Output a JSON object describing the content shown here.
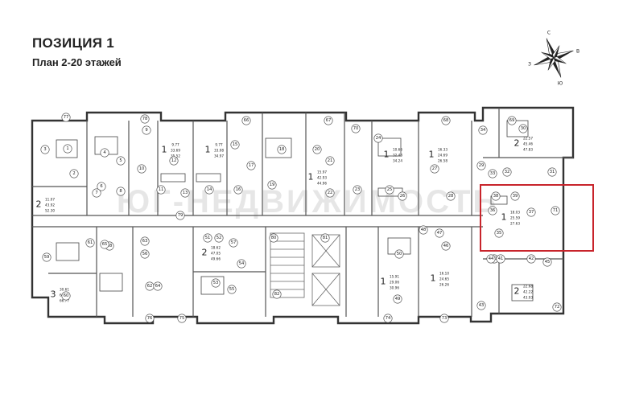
{
  "header": {
    "title": "ПОЗИЦИЯ 1",
    "subtitle": "План 2-20 этажей"
  },
  "compass": {
    "labels": [
      "С",
      "З",
      "В",
      "Ю"
    ]
  },
  "highlight": {
    "color": "#c8242b",
    "apartment": {
      "rooms": "1",
      "areas": [
        "18.03",
        "25.59",
        "27.63"
      ]
    }
  },
  "watermark": "ЮГ-НЕДВИЖИМОСТЬ",
  "plan": {
    "apartments": [
      {
        "rooms": "2",
        "areas": [
          "11.07",
          "43.92",
          "52.30"
        ]
      },
      {
        "rooms": "1",
        "areas": [
          "9.77",
          "33.69",
          "35.52"
        ]
      },
      {
        "rooms": "1",
        "areas": [
          "9.77",
          "33.08",
          "34.97"
        ]
      },
      {
        "rooms": "1",
        "areas": [
          "15.97",
          "42.93",
          "44.96"
        ]
      },
      {
        "rooms": "1",
        "areas": [
          "10.66",
          "32.43",
          "34.24"
        ]
      },
      {
        "rooms": "1",
        "areas": [
          "16.33",
          "24.69",
          "26.58"
        ]
      },
      {
        "rooms": "2",
        "areas": [
          "22.57",
          "45.46",
          "47.83"
        ]
      },
      {
        "rooms": "3",
        "areas": [
          "30.61",
          "64.96",
          "66.77"
        ]
      },
      {
        "rooms": "2",
        "areas": [
          "18.62",
          "47.05",
          "49.66"
        ]
      },
      {
        "rooms": "1",
        "areas": [
          "15.91",
          "29.06",
          "30.96"
        ]
      },
      {
        "rooms": "1",
        "areas": [
          "16.10",
          "24.65",
          "26.26"
        ]
      },
      {
        "rooms": "2",
        "areas": [
          "22.68",
          "42.22",
          "43.93"
        ]
      }
    ],
    "room_numbers": [
      "1",
      "2",
      "3",
      "4",
      "5",
      "6",
      "7",
      "8",
      "9",
      "10",
      "11",
      "12",
      "13",
      "14",
      "15",
      "16",
      "17",
      "18",
      "19",
      "20",
      "21",
      "22",
      "23",
      "24",
      "25",
      "26",
      "27",
      "28",
      "29",
      "30",
      "31",
      "32",
      "33",
      "34",
      "35",
      "36",
      "37",
      "38",
      "39",
      "40",
      "41",
      "42",
      "43",
      "44",
      "45",
      "46",
      "47",
      "48",
      "49",
      "50",
      "51",
      "52",
      "53",
      "54",
      "55",
      "56",
      "57",
      "58",
      "59",
      "60",
      "61",
      "62",
      "63",
      "64",
      "65",
      "66",
      "67",
      "68",
      "69",
      "70",
      "71",
      "72",
      "73",
      "74",
      "75",
      "76",
      "77",
      "78",
      "79",
      "80",
      "81",
      "82"
    ]
  }
}
